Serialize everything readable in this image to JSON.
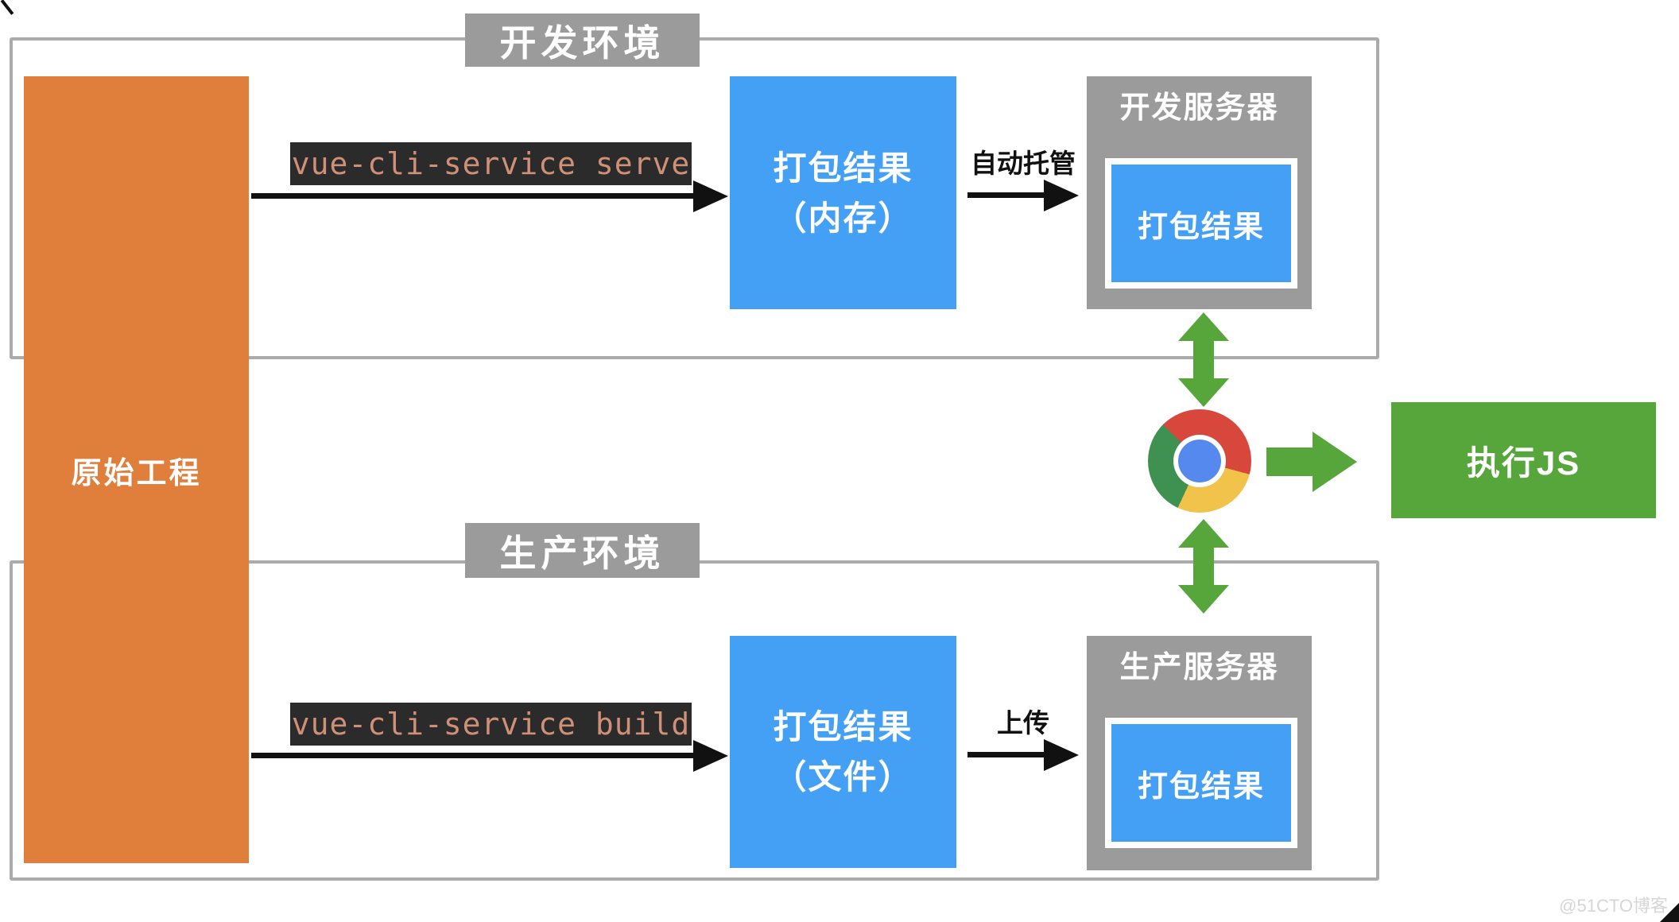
{
  "diagram": {
    "dev": {
      "env_label": "开发环境",
      "command": "vue-cli-service serve",
      "package_box": {
        "line1": "打包结果",
        "line2": "（内存）"
      },
      "arrow_label": "自动托管",
      "server": {
        "title": "开发服务器",
        "content": "打包结果"
      }
    },
    "prod": {
      "env_label": "生产环境",
      "command": "vue-cli-service build",
      "package_box": {
        "line1": "打包结果",
        "line2": "（文件）"
      },
      "arrow_label": "上传",
      "server": {
        "title": "生产服务器",
        "content": "打包结果"
      }
    },
    "source_label": "原始工程",
    "execute_label": "执行JS",
    "browser_icon": "chrome-icon"
  },
  "watermark": "@51CTO博客",
  "colors": {
    "orange": "#e07e3b",
    "blue": "#43a0f4",
    "gray": "#9b9b9b",
    "frame_border": "#ababab",
    "green": "#56a63c",
    "code_bg": "#2b2b2b",
    "code_text": "#cf9077",
    "chrome_red": "#d8473c",
    "chrome_yellow": "#f2c34a",
    "chrome_green": "#3e9150",
    "chrome_blue": "#5589ee"
  }
}
